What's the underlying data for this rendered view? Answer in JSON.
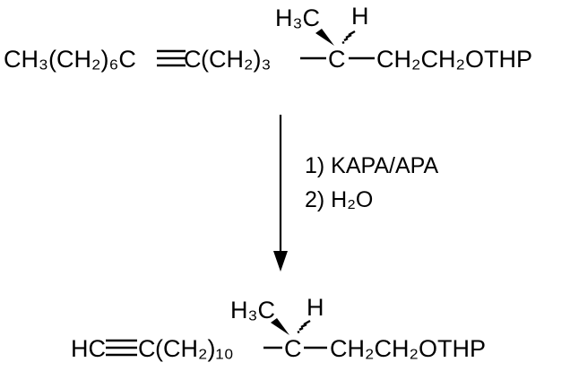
{
  "reactant": {
    "left_chain": "CH₃(CH₂)₆C",
    "alkyne_carbon": "C",
    "chain_after_alkyne": "(CH₂)₃",
    "stereocenter": "C",
    "methyl_label": "H₃C",
    "hydrogen_label": "H",
    "right_chain": "CH₂CH₂OTHP"
  },
  "conditions": {
    "step1": "1) KAPA/APA",
    "step2": "2) H₂O"
  },
  "product": {
    "terminal": "HC",
    "alkyne_carbon": "C",
    "chain": "(CH₂)₁₀",
    "stereocenter": "C",
    "methyl_label": "H₃C",
    "hydrogen_label": "H",
    "right_chain": "CH₂CH₂OTHP"
  }
}
